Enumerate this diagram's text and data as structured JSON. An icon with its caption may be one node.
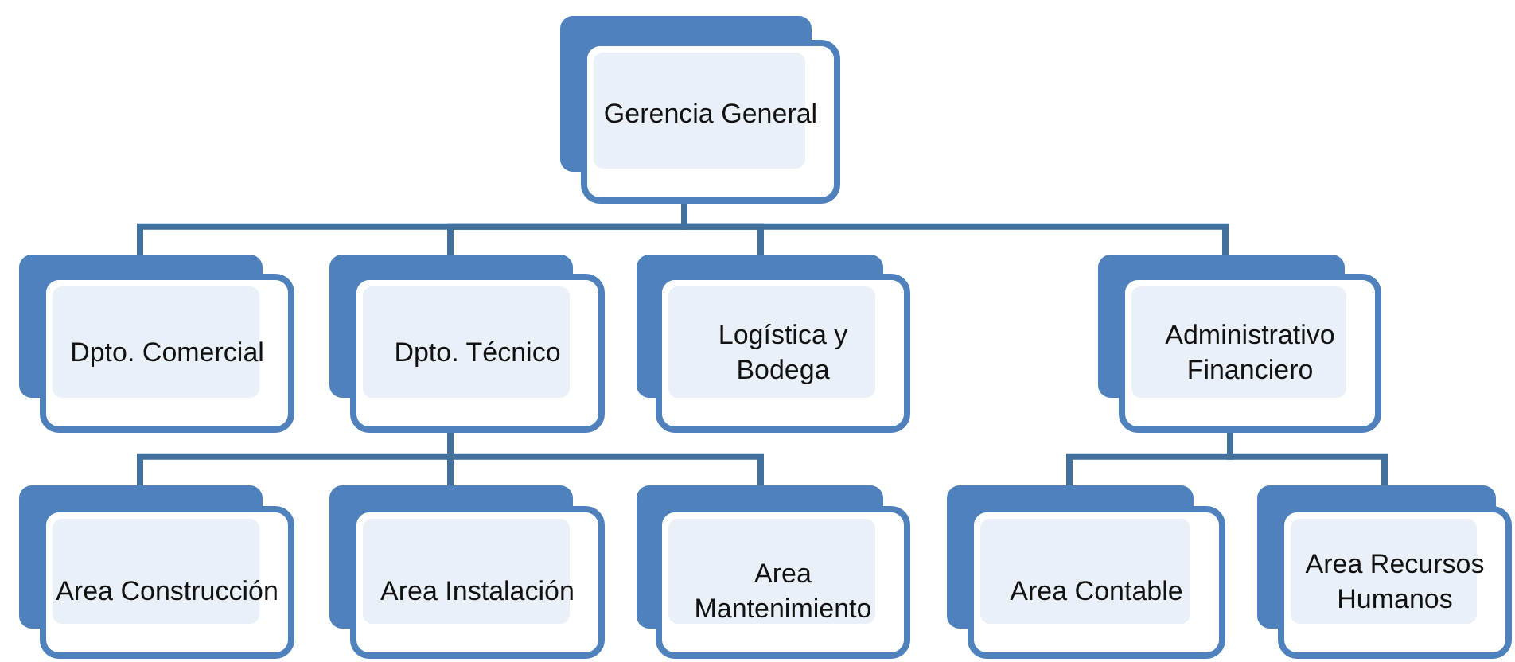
{
  "diagram": {
    "nodes": [
      {
        "text": [
          "Gerencia General"
        ]
      },
      {
        "text": [
          "Dpto. Comercial"
        ]
      },
      {
        "text": [
          "Dpto. Técnico"
        ]
      },
      {
        "text": [
          "Logística y Bodega"
        ]
      },
      {
        "text": [
          "Administrativo Financiero"
        ]
      },
      {
        "text": [
          "Area Construcción"
        ]
      },
      {
        "text": [
          "Area Instalación"
        ]
      },
      {
        "text": [
          "Area Mantenimiento"
        ]
      },
      {
        "text": [
          "Area Contable"
        ]
      },
      {
        "text": [
          "Area Recursos Humanos"
        ]
      }
    ],
    "edges": [
      {
        "from": 0,
        "to": 1,
        "arrow": "none"
      },
      {
        "from": 0,
        "to": 2,
        "arrow": "none"
      },
      {
        "from": 0,
        "to": 3,
        "arrow": "none"
      },
      {
        "from": 0,
        "to": 4,
        "arrow": "none"
      },
      {
        "from": 2,
        "to": 5,
        "arrow": "none"
      },
      {
        "from": 2,
        "to": 6,
        "arrow": "none"
      },
      {
        "from": 2,
        "to": 7,
        "arrow": "none"
      },
      {
        "from": 4,
        "to": 8,
        "arrow": "none"
      },
      {
        "from": 4,
        "to": 9,
        "arrow": "none"
      }
    ]
  }
}
